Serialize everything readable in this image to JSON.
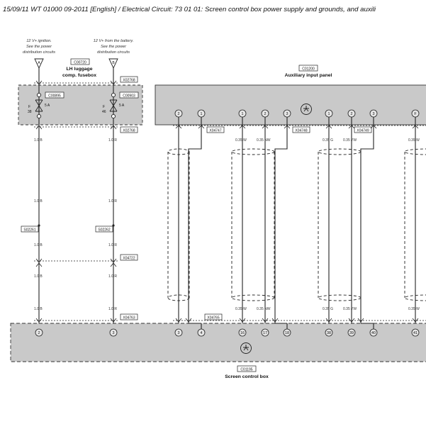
{
  "header": {
    "text": "15/09/11  WT 01000 09-2011 [English] / Electrical Circuit: 73 01 01: Screen control box power supply and grounds, and auxili"
  },
  "sources": {
    "ignition_note": [
      "12 V+ ignition.",
      "See the power",
      "distribution circuits"
    ],
    "battery_note": [
      "12 V+ from the battery.",
      "See the power",
      "distribution circuits"
    ],
    "ignition_letter": "A",
    "battery_letter": "B"
  },
  "fusebox": {
    "code": "C00720",
    "title_line1": "LH luggage",
    "title_line2": "comp. fusebox",
    "fuse1_code": "C00895",
    "fuse1_f": "F",
    "fuse1_num": "38",
    "fuse1_rating": "5 A",
    "fuse2_code": "C00903",
    "fuse2_f": "F",
    "fuse2_num": "46",
    "fuse2_rating": "5 A",
    "conn_top": "X02768",
    "conn_bottom": "X02768"
  },
  "aux_panel": {
    "code": "C01200",
    "title": "Auxiliary input panel",
    "pins": [
      "2",
      "1",
      "1",
      "2",
      "3",
      "1",
      "2",
      "3",
      "F"
    ],
    "connectors": [
      "X04747",
      "X04748",
      "X04749"
    ]
  },
  "splices": [
    "S02261",
    "S02262"
  ],
  "wires": {
    "left": "1.0 B",
    "right": "1.0 R",
    "w": "0.35 W",
    "nw": "0.35 NW",
    "g": "0.35 G",
    "yw": "0.35 YW"
  },
  "inline_connectors": {
    "mid": "X04722",
    "bottom_right": "X04763",
    "bottom_mid": "X04765"
  },
  "control_box": {
    "code": "C01195",
    "title": "Screen control box",
    "pins": [
      "2",
      "3",
      "3",
      "4",
      "16",
      "17",
      "18",
      "38",
      "39",
      "40",
      "41"
    ]
  }
}
